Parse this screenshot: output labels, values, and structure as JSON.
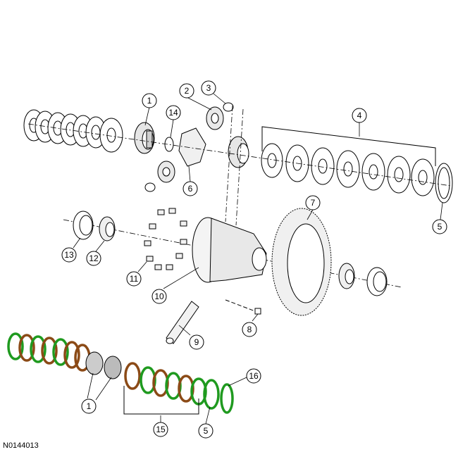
{
  "figure_ref": "N0144013",
  "callouts": [
    {
      "id": "c1a",
      "label": "1"
    },
    {
      "id": "c2",
      "label": "2"
    },
    {
      "id": "c3",
      "label": "3"
    },
    {
      "id": "c14",
      "label": "14"
    },
    {
      "id": "c4",
      "label": "4"
    },
    {
      "id": "c6",
      "label": "6"
    },
    {
      "id": "c5a",
      "label": "5"
    },
    {
      "id": "c7",
      "label": "7"
    },
    {
      "id": "c13",
      "label": "13"
    },
    {
      "id": "c12",
      "label": "12"
    },
    {
      "id": "c11",
      "label": "11"
    },
    {
      "id": "c10",
      "label": "10"
    },
    {
      "id": "c8",
      "label": "8"
    },
    {
      "id": "c9",
      "label": "9"
    },
    {
      "id": "c16",
      "label": "16"
    },
    {
      "id": "c1b",
      "label": "1"
    },
    {
      "id": "c15",
      "label": "15"
    },
    {
      "id": "c5b",
      "label": "5"
    }
  ],
  "colors": {
    "line": "#000000",
    "green_plate": "#1f9a1f",
    "brown_plate": "#8b4a16",
    "part_fill": "#ffffff",
    "shade": "#d8d8d8"
  }
}
